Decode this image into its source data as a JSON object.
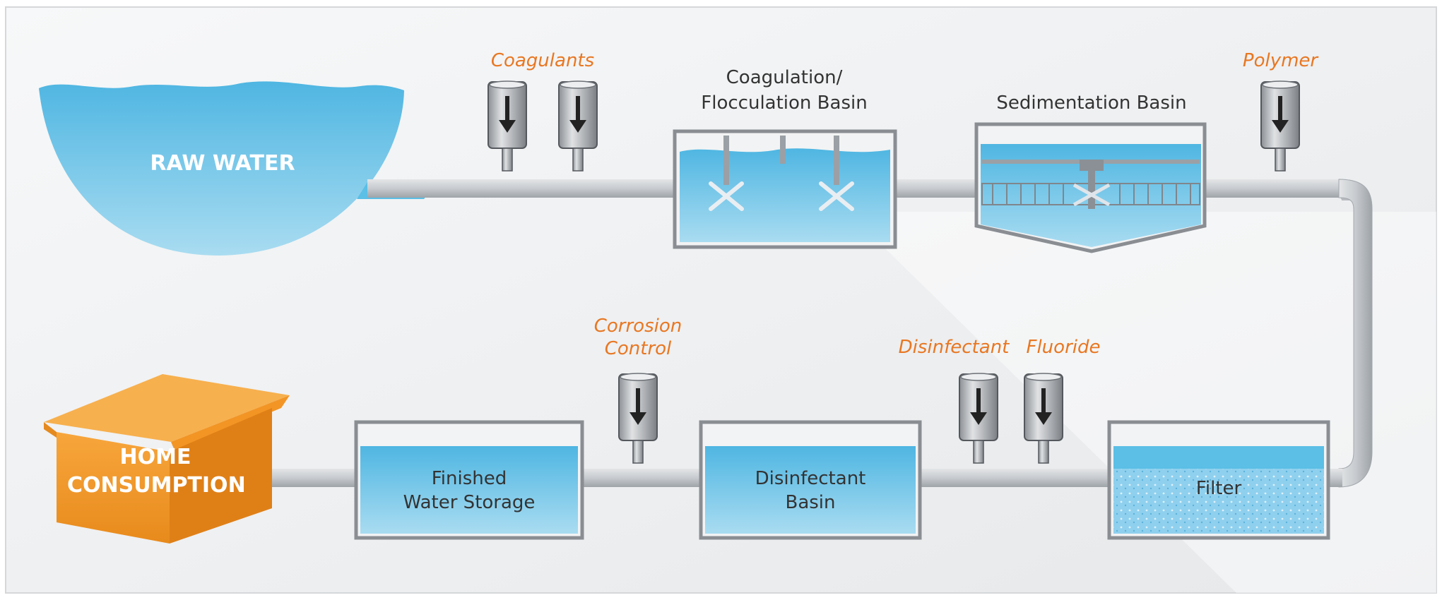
{
  "colors": {
    "chemical_label": "#e87722",
    "water": "#5bbfe6",
    "pipe": "#c9cdd1",
    "house": "#f39a2c",
    "text": "#333333"
  },
  "raw_water": "RAW WATER",
  "home": {
    "line1": "HOME",
    "line2": "CONSUMPTION"
  },
  "chemicals": {
    "coagulants": "Coagulants",
    "polymer": "Polymer",
    "corrosion_line1": "Corrosion",
    "corrosion_line2": "Control",
    "disinfectant": "Disinfectant",
    "fluoride": "Fluoride"
  },
  "stages": {
    "coag_line1": "Coagulation/",
    "coag_line2": "Flocculation Basin",
    "sedimentation": "Sedimentation Basin",
    "filter": "Filter",
    "disinfectant_line1": "Disinfectant",
    "disinfectant_line2": "Basin",
    "finished_line1": "Finished",
    "finished_line2": "Water Storage"
  },
  "icons": {
    "feeder": "chemical-feeder-icon",
    "house": "house-icon",
    "mixer": "mixer-icon"
  }
}
